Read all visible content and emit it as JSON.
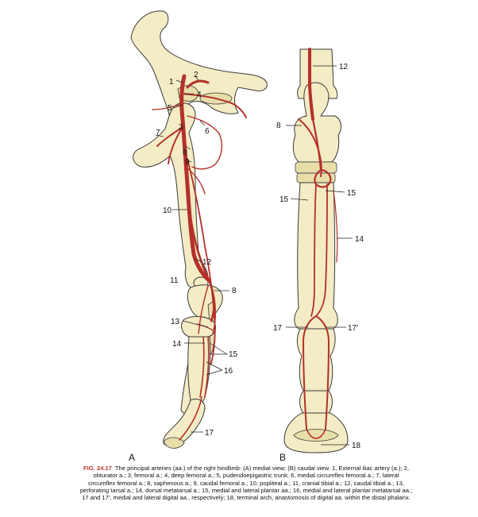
{
  "figure": {
    "panels": {
      "a": "A",
      "b": "B"
    },
    "labels_a": {
      "l1": "1",
      "l2": "2",
      "l3": "3",
      "l4": "4",
      "l5": "5",
      "l6": "6",
      "l7": "7",
      "l8": "8",
      "l9": "9",
      "l10": "10",
      "l11": "11",
      "l12": "12",
      "l8b": "8",
      "l13": "13",
      "l14": "14",
      "l15": "15",
      "l16": "16",
      "l17": "17"
    },
    "labels_b": {
      "l12": "12",
      "l8": "8",
      "l15a": "15",
      "l15b": "15",
      "l14": "14",
      "l17": "17",
      "l17p": "17′",
      "l18": "18"
    }
  },
  "caption": {
    "fig_label": "FIG. 24.17",
    "text": "The principal arteries (aa.) of the right hindlimb: (A) medial view; (B) caudal view. 1, External iliac artery (a.); 2, obturator a.; 3, femoral a.; 4, deep femoral a.; 5, pudendoepigastric trunk; 6, medial circumflex femoral a.; 7, lateral circumflex femoral a.; 8, saphenous a.; 9, caudal femoral a.; 10, popliteal a.; 11, cranial tibial a.; 12, caudal tibial a.; 13, perforating tarsal a.; 14, dorsal metatarsal a.; 15, medial and lateral plantar aa.; 16, medial and lateral plantar metatarsal aa.; 17 and 17′, medial and lateral digital aa., respectively; 18, terminal arch, anastomosis of digital aa. within the distal phalanx."
  }
}
